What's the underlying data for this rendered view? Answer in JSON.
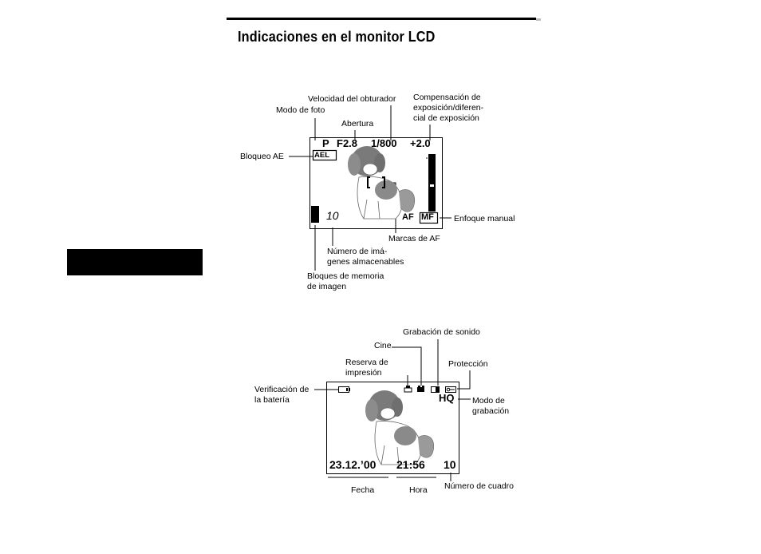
{
  "title": "Indicaciones en el monitor LCD",
  "diagram1": {
    "labels": {
      "velocidad": "Velocidad del obturador",
      "modo_foto": "Modo de foto",
      "abertura": "Abertura",
      "compensacion": "Compensación de\nexposición/diferen-\ncial de exposición",
      "bloqueo_ae": "Bloqueo AE",
      "enfoque_manual": "Enfoque manual",
      "marcas_af": "Marcas de AF",
      "numero_imagenes": "Número de imá-\ngenes almacenables",
      "bloques_memoria": "Bloques de memoria\nde imagen"
    },
    "lcd": {
      "mode": "P",
      "aperture": "F2.8",
      "shutter": "1/800",
      "compensation": "+2.0",
      "ael": "AEL",
      "af": "AF",
      "mf": "MF",
      "count": "10"
    }
  },
  "diagram2": {
    "labels": {
      "grabacion_sonido": "Grabación de sonido",
      "cine": "Cine",
      "reserva": "Reserva de\nimpresión",
      "proteccion": "Protección",
      "verificacion": "Verificación de\nla batería",
      "modo_grabacion": "Modo de\ngrabación",
      "fecha": "Fecha",
      "hora": "Hora",
      "numero_cuadro": "Número de cuadro"
    },
    "lcd": {
      "quality": "HQ",
      "date": "23.12.’00",
      "time": "21:56",
      "frame": "10"
    }
  },
  "icons": [
    "dog-illustration",
    "battery-icon",
    "print-icon",
    "movie-icon",
    "sound-icon",
    "protect-key-icon",
    "af-marks-icon",
    "memory-bar-icon",
    "exposure-scale-icon"
  ]
}
